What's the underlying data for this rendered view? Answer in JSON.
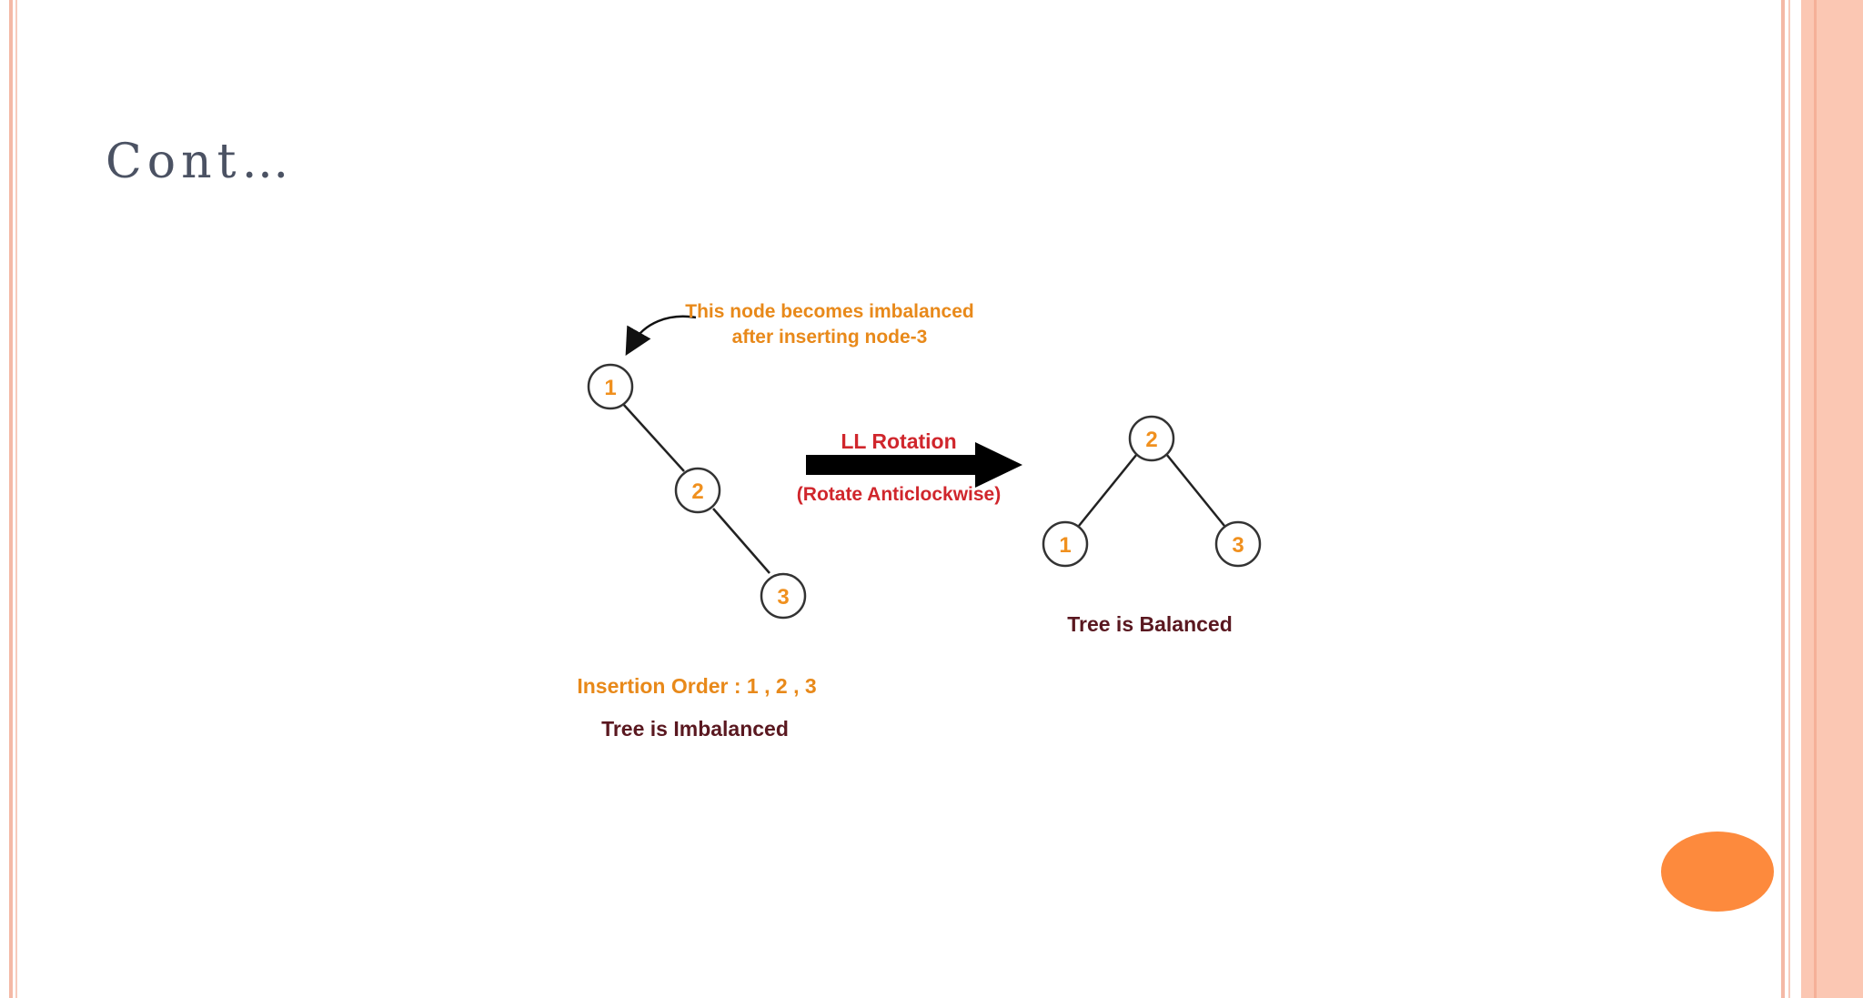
{
  "slide": {
    "title": "Cont…"
  },
  "diagram": {
    "annotation": {
      "line1": "This node becomes imbalanced",
      "line2": "after inserting node-3"
    },
    "rotation": {
      "title": "LL Rotation",
      "subtitle": "(Rotate Anticlockwise)"
    },
    "before": {
      "nodes": [
        "1",
        "2",
        "3"
      ],
      "insertion_order": "Insertion Order : 1 , 2 , 3",
      "status": "Tree is Imbalanced"
    },
    "after": {
      "root": "2",
      "left": "1",
      "right": "3",
      "status": "Tree is Balanced"
    }
  },
  "colors": {
    "title": "#4b5263",
    "node_label": "#f0901e",
    "rotation_text": "#d0262c",
    "caption_dark": "#5a1820",
    "accent_band": "#fbc7b3",
    "accent_dot": "#fd8a3d"
  }
}
